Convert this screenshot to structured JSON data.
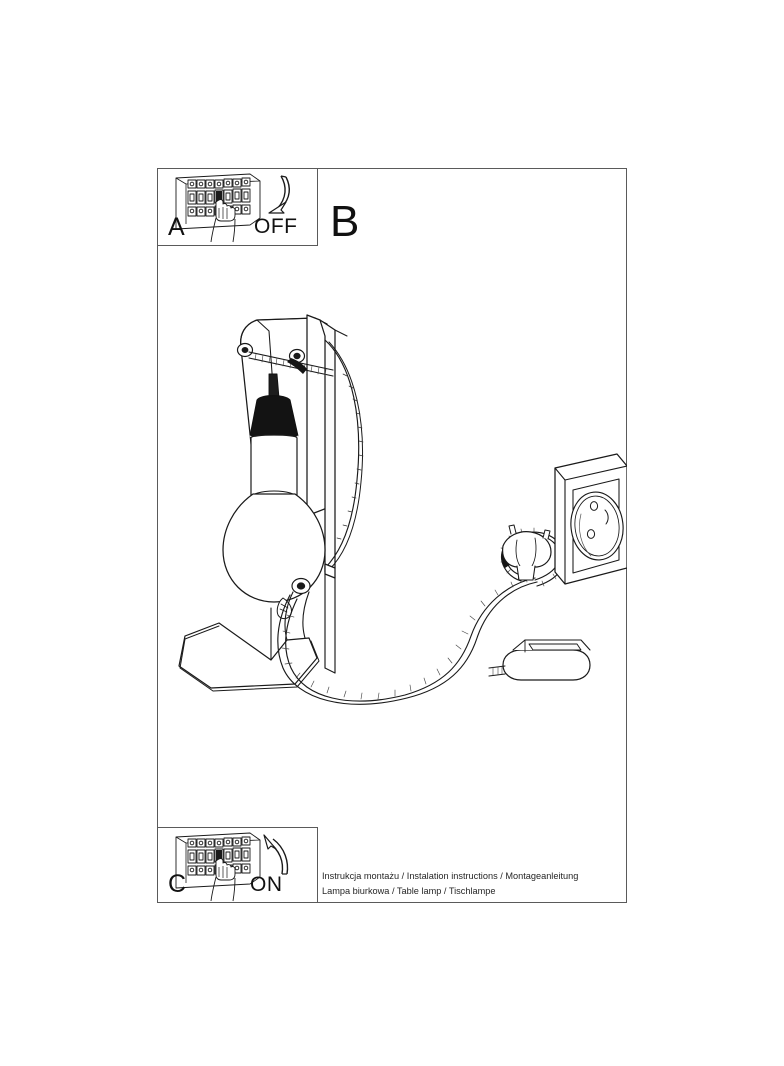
{
  "document": {
    "title": "Instrukcja montazu / Instalation instructions / Montageanleitung",
    "product": "Lampa biurkowa / Table lamp / Tischlampe"
  },
  "caption": {
    "line1": "Instrukcja montażu / Instalation instructions / Montageanleitung",
    "line2": "Lampa biurkowa / Table lamp / Tischlampe"
  },
  "steps": [
    {
      "id": "a",
      "letter": "A",
      "action_label": "OFF",
      "arrow_direction": "down",
      "icon": "fuse-box-icon",
      "hand_icon": "hand-pointing-icon"
    },
    {
      "id": "b",
      "letter": "B",
      "action_label": "",
      "arrow_direction": "",
      "icon": "table-lamp-assembly-icon",
      "hand_icon": ""
    },
    {
      "id": "c",
      "letter": "C",
      "action_label": "ON",
      "arrow_direction": "up",
      "icon": "fuse-box-icon",
      "hand_icon": "hand-pointing-icon"
    }
  ],
  "illustration": {
    "name": "table-lamp-with-cord-and-wall-socket",
    "parts": [
      "lamp-shade-wire-frame",
      "light-bulb",
      "bulb-socket",
      "lamp-base",
      "power-cord",
      "inline-switch",
      "power-plug",
      "wall-socket"
    ]
  },
  "colors": {
    "line": "#1a1a1a",
    "frame": "#5a5a5a",
    "fill": "#ffffff",
    "shade": "#f2f2f2",
    "dark": "#111111"
  }
}
